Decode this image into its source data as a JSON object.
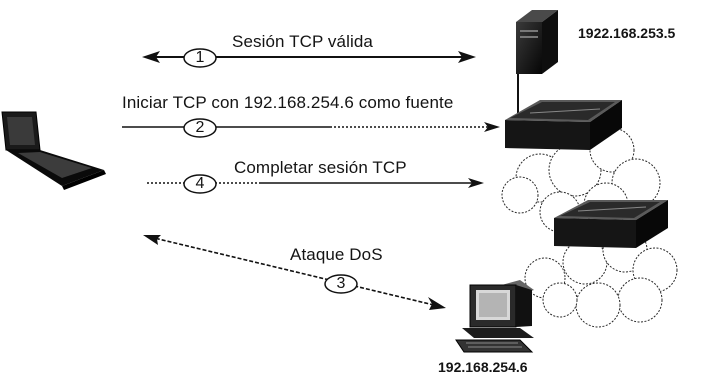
{
  "labels": {
    "valid_session": "Sesión TCP válida",
    "start_tcp": "Iniciar TCP con 192.168.254.6 como fuente",
    "complete_session": "Completar sesión TCP",
    "dos_attack": "Ataque DoS"
  },
  "hosts": {
    "server_ip": "1922.168.253.5",
    "victim_ip": "192.168.254.6"
  },
  "steps": {
    "valid_session": "1",
    "start_tcp": "2",
    "dos_attack": "3",
    "complete_session": "4"
  },
  "icons": [
    "laptop-icon",
    "server-icon",
    "router-icon",
    "cloud-icon",
    "desktop-computer-icon"
  ]
}
